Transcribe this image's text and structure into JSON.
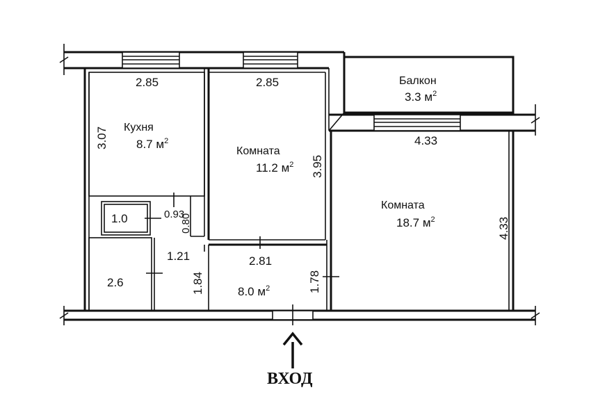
{
  "rooms": {
    "kitchen": {
      "name": "Кухня",
      "area": "8.7",
      "unit": "м",
      "exp": "2",
      "width": "2.85",
      "height": "3.07"
    },
    "room1": {
      "name": "Комната",
      "area": "11.2",
      "unit": "м",
      "exp": "2",
      "width": "2.85",
      "height": "3.95"
    },
    "room2": {
      "name": "Комната",
      "area": "18.7",
      "unit": "м",
      "exp": "2",
      "width": "4.33",
      "height": "4.33"
    },
    "balcony": {
      "name": "Балкон",
      "area": "3.3",
      "unit": "м",
      "exp": "2"
    },
    "hall": {
      "area": "8.0",
      "unit": "м",
      "exp": "2",
      "width": "2.81",
      "height": "1.78",
      "side_height": "1.84"
    },
    "wc": {
      "area": "1.0",
      "width": "0.93",
      "height": "0.80"
    },
    "bath": {
      "area": "2.6"
    },
    "corridor": {
      "width": "1.21"
    }
  },
  "entry": {
    "label": "ВХОД"
  }
}
